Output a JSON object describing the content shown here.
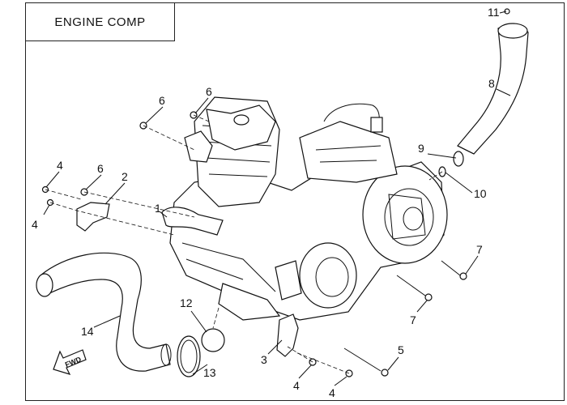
{
  "title": "ENGINE COMP",
  "callouts": [
    "11",
    "8",
    "6",
    "6",
    "9",
    "10",
    "4",
    "6",
    "2",
    "4",
    "1",
    "7",
    "7",
    "12",
    "14",
    "3",
    "5",
    "4",
    "4",
    "13"
  ],
  "fwd_label": "FWD"
}
